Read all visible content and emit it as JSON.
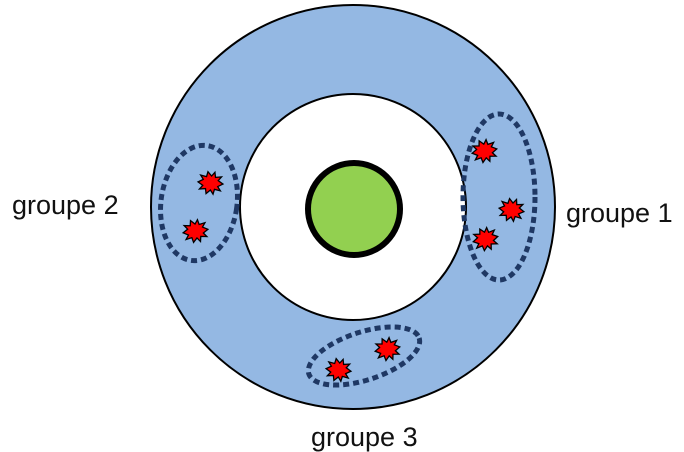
{
  "diagram": {
    "labels": {
      "group1": "groupe 1",
      "group2": "groupe 2",
      "group3": "groupe 3"
    },
    "colors": {
      "outer_ring": "#94b8e3",
      "inner_disc": "#ffffff",
      "core": "#92d050",
      "outline": "#000000",
      "cluster_outline": "#1f3864",
      "particle": "#ff0000"
    }
  }
}
